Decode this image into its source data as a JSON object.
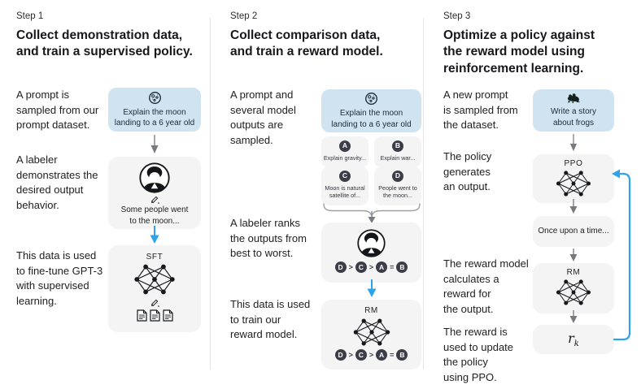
{
  "colors": {
    "prompt_box_bg": "#cfe3f1",
    "panel_bg": "#f4f4f5",
    "dark_circle": "#3b3e48",
    "arrow_gray": "#8e9096",
    "arrow_blue": "#2fa3e8",
    "divider": "#e4e4e6",
    "text": "#202123"
  },
  "steps": [
    {
      "step_label": "Step 1",
      "title": "Collect demonstration data,\nand train a supervised policy.",
      "captions": [
        "A prompt is\nsampled from our\nprompt dataset.",
        "A labeler\ndemonstrates the\ndesired output\nbehavior.",
        "This data is used\nto fine-tune GPT-3\nwith supervised\nlearning."
      ],
      "prompt_box": {
        "icon": "moon-icon",
        "text": "Explain the moon\nlanding to a 6 year old"
      },
      "labeler_box": {
        "icon": "labeler-avatar-icon",
        "output_text": "Some people went\nto the moon..."
      },
      "model_box": {
        "label": "SFT"
      }
    },
    {
      "step_label": "Step 2",
      "title": "Collect comparison data,\nand train a reward model.",
      "captions": [
        "A prompt and\nseveral model\noutputs are\nsampled.",
        "A labeler ranks\nthe outputs from\nbest to worst.",
        "This data is used\nto train our\nreward model."
      ],
      "prompt_box": {
        "icon": "moon-icon",
        "text": "Explain the moon\nlanding to a 6 year old"
      },
      "outputs": [
        {
          "id": "A",
          "text": "Explain gravity..."
        },
        {
          "id": "B",
          "text": "Explain war..."
        },
        {
          "id": "C",
          "text": "Moon is natural\nsatellite of..."
        },
        {
          "id": "D",
          "text": "People went to\nthe moon..."
        }
      ],
      "ranking": [
        "D",
        ">",
        "C",
        ">",
        "A",
        "=",
        "B"
      ],
      "model_box": {
        "label": "RM"
      }
    },
    {
      "step_label": "Step 3",
      "title": "Optimize a policy against\nthe reward model using\nreinforcement learning.",
      "captions": [
        "A new prompt\nis sampled from\nthe dataset.",
        "The policy\ngenerates\nan output.",
        "The reward model\ncalculates a\nreward for\nthe output.",
        "The reward is\nused to update\nthe policy\nusing PPO."
      ],
      "prompt_box": {
        "icon": "frog-icon",
        "text": "Write a story\nabout frogs"
      },
      "policy_box": {
        "label": "PPO"
      },
      "output_box": {
        "text": "Once upon a time..."
      },
      "reward_model_box": {
        "label": "RM"
      },
      "reward_box": {
        "base": "r",
        "sub": "k"
      }
    }
  ]
}
